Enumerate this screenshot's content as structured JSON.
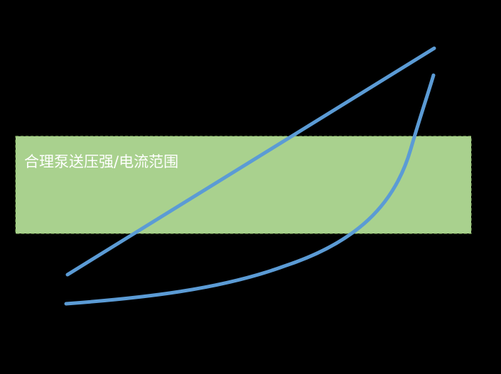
{
  "diagram": {
    "background_color": "#000000",
    "band": {
      "label": "合理泵送压强/电流范围",
      "fill_color": "#a9d18e",
      "label_color": "#ffffff"
    },
    "curves": {
      "line_color": "#5b9bd5",
      "linear_curve": {
        "kind": "linear"
      },
      "exponential_curve": {
        "kind": "exponential"
      }
    }
  }
}
